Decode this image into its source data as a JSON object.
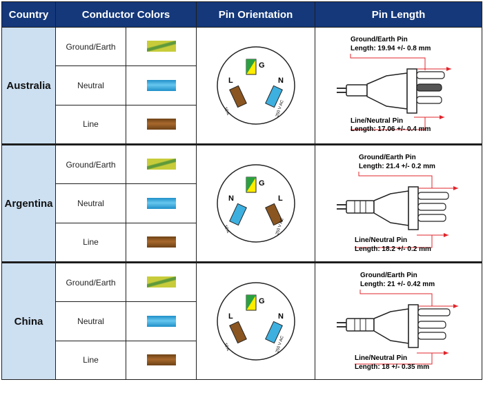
{
  "headers": {
    "country": "Country",
    "conductor_colors": "Conductor Colors",
    "pin_orientation": "Pin Orientation",
    "pin_length": "Pin Length"
  },
  "colors": {
    "header_bg": "#14387a",
    "country_bg": "#cde0f2",
    "ground": "#c8cc3a",
    "neutral": "#3db0e0",
    "line": "#8a5520",
    "dimension_line": "#e0242b"
  },
  "countries": [
    {
      "name": "Australia",
      "conductors": [
        "Ground/Earth",
        "Neutral",
        "Line"
      ],
      "socket": {
        "g": "G",
        "left": "L",
        "right": "N",
        "rating_left": "10 A",
        "rating_right": "250 V AC"
      },
      "ground_pin_label": "Ground/Earth Pin",
      "ground_pin_length": "Length: 19.94 +/- 0.8 mm",
      "line_pin_label": "Line/Neutral Pin",
      "line_pin_length": "Length: 17.06 +/- 0.4 mm"
    },
    {
      "name": "Argentina",
      "conductors": [
        "Ground/Earth",
        "Neutral",
        "Line"
      ],
      "socket": {
        "g": "G",
        "left": "N",
        "right": "L",
        "rating_left": "10 A",
        "rating_right": "250 V AC"
      },
      "ground_pin_label": "Ground/Earth Pin",
      "ground_pin_length": "Length: 21.4 +/- 0.2 mm",
      "line_pin_label": "Line/Neutral Pin",
      "line_pin_length": "Length: 18.2 +/- 0.2 mm"
    },
    {
      "name": "China",
      "conductors": [
        "Ground/Earth",
        "Neutral",
        "Line"
      ],
      "socket": {
        "g": "G",
        "left": "L",
        "right": "N",
        "rating_left": "10 A",
        "rating_right": "250 V AC"
      },
      "ground_pin_label": "Ground/Earth Pin",
      "ground_pin_length": "Length: 21 +/- 0.42 mm",
      "line_pin_label": "Line/Neutral Pin",
      "line_pin_length": "Length: 18 +/- 0.35 mm"
    }
  ]
}
